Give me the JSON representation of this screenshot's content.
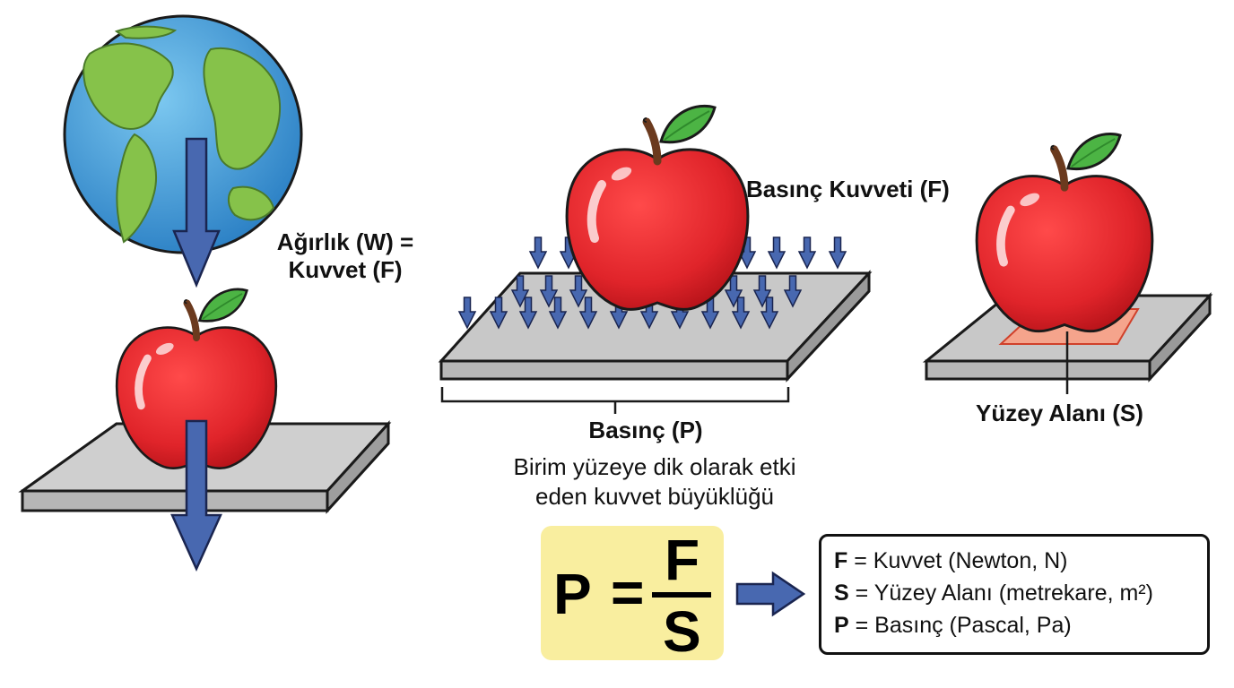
{
  "labels": {
    "weight_line1": "Ağırlık (W) =",
    "weight_line2": "Kuvvet (F)",
    "pressure_force": "Basınç Kuvveti (F)",
    "surface_area": "Yüzey Alanı (S)",
    "pressure_title": "Basınç (P)",
    "pressure_desc_line1": "Birim yüzeye dik olarak etki",
    "pressure_desc_line2": "eden kuvvet büyüklüğü"
  },
  "formula": {
    "lhs": "P",
    "equals": "=",
    "numerator": "F",
    "denominator": "S"
  },
  "legend": [
    {
      "symbol": "F",
      "text": " = Kuvvet (Newton, N)"
    },
    {
      "symbol": "S",
      "text": " = Yüzey Alanı (metrekare, m²)"
    },
    {
      "symbol": "P",
      "text": " = Basınç (Pascal, Pa)"
    }
  ],
  "colors": {
    "apple_red": "#e0242a",
    "leaf_green": "#4cb444",
    "arrow_blue": "#4868b0",
    "plate_gray": "#c8c8c8",
    "ocean_blue": "#3a9ad9",
    "land_green": "#86c24a",
    "formula_bg": "#f9ee9f",
    "contact_area": "#f5a48c"
  }
}
